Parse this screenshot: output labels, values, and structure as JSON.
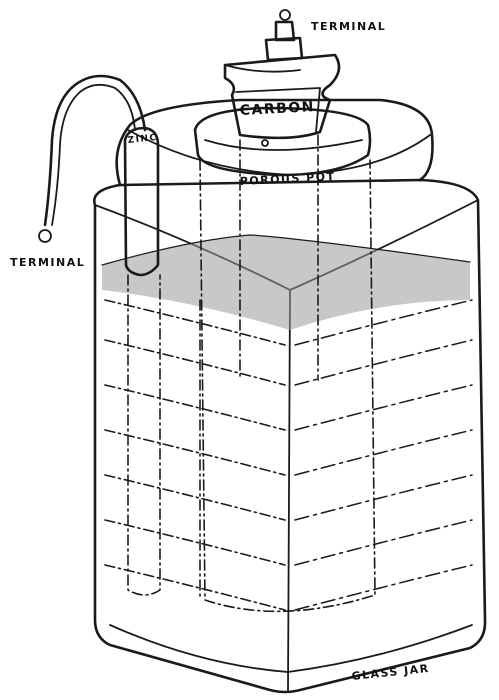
{
  "diagram": {
    "labels": {
      "terminal_top": "TERMINAL",
      "terminal_left": "TERMINAL",
      "carbon": "CARBON",
      "zinc": "ZINC",
      "porous_pot": "POROUS POT",
      "glass_jar": "GLASS JAR"
    },
    "colors": {
      "ink": "#1a1a1a",
      "paper": "#ffffff"
    }
  }
}
